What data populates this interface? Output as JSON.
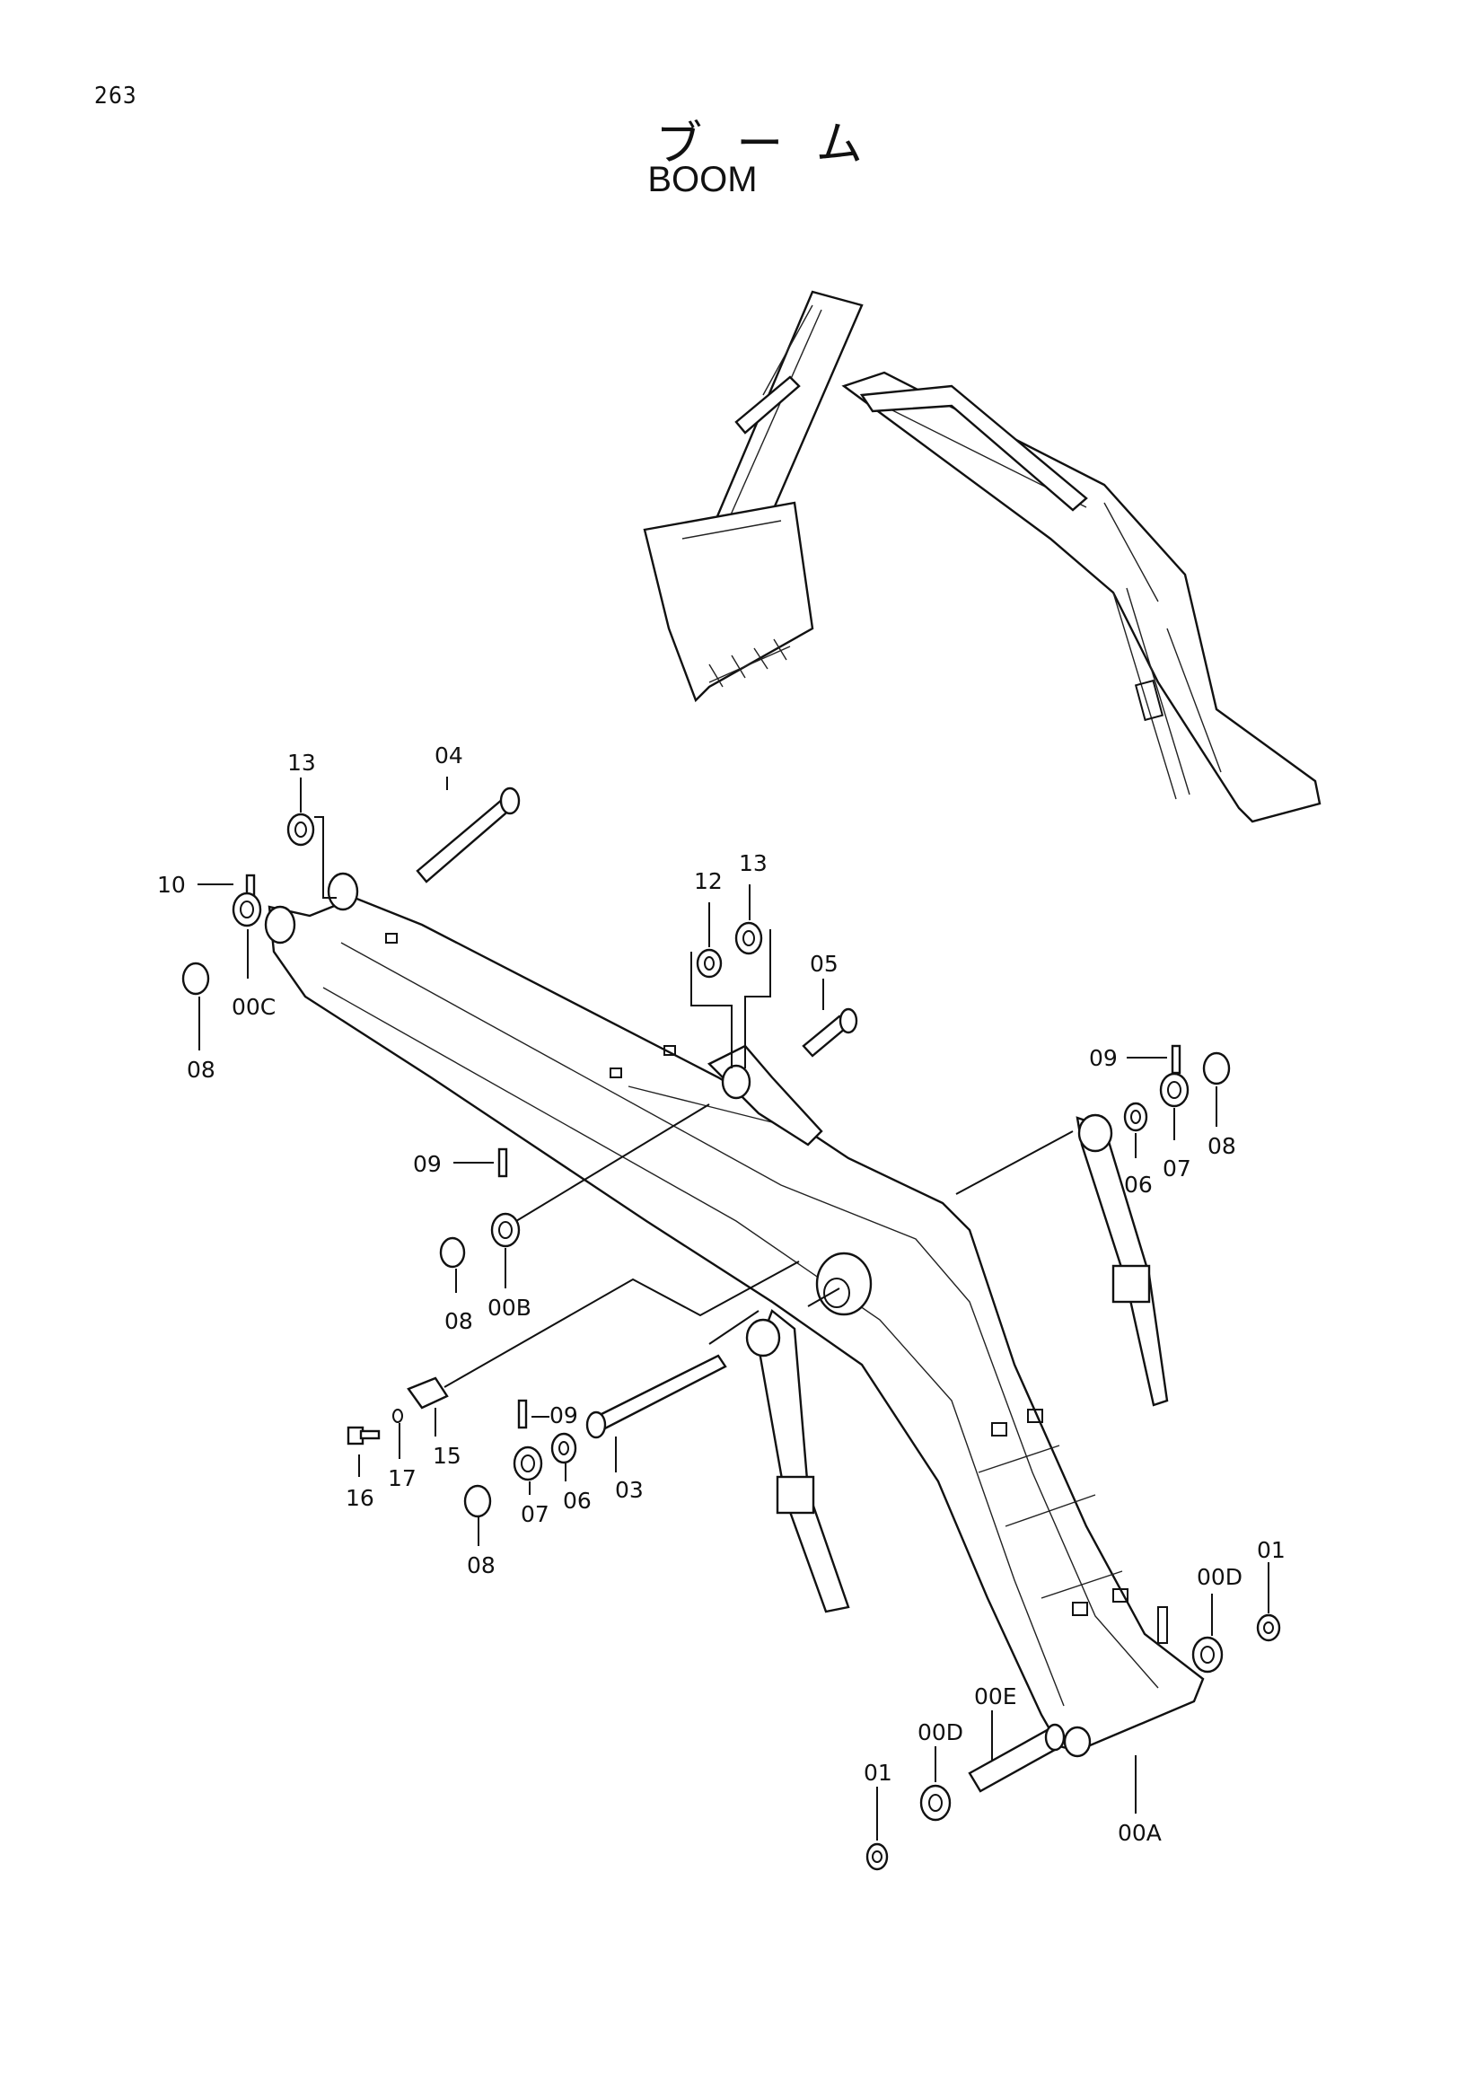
{
  "page_number": "263",
  "title_jp": "ブーム",
  "title_en": "BOOM",
  "callouts": [
    {
      "id": "c-13a",
      "text": "13"
    },
    {
      "id": "c-04",
      "text": "04"
    },
    {
      "id": "c-10",
      "text": "10"
    },
    {
      "id": "c-08a",
      "text": "08"
    },
    {
      "id": "c-00C",
      "text": "00C"
    },
    {
      "id": "c-12",
      "text": "12"
    },
    {
      "id": "c-13b",
      "text": "13"
    },
    {
      "id": "c-05",
      "text": "05"
    },
    {
      "id": "c-09a",
      "text": "09"
    },
    {
      "id": "c-06a",
      "text": "06"
    },
    {
      "id": "c-07a",
      "text": "07"
    },
    {
      "id": "c-08b",
      "text": "08"
    },
    {
      "id": "c-09b",
      "text": "09"
    },
    {
      "id": "c-08c",
      "text": "08"
    },
    {
      "id": "c-00B",
      "text": "00B"
    },
    {
      "id": "c-16",
      "text": "16"
    },
    {
      "id": "c-17",
      "text": "17"
    },
    {
      "id": "c-15",
      "text": "15"
    },
    {
      "id": "c-09c",
      "text": "09"
    },
    {
      "id": "c-07b",
      "text": "07"
    },
    {
      "id": "c-06b",
      "text": "06"
    },
    {
      "id": "c-03",
      "text": "03"
    },
    {
      "id": "c-08d",
      "text": "08"
    },
    {
      "id": "c-00D-a",
      "text": "00D"
    },
    {
      "id": "c-01a",
      "text": "01"
    },
    {
      "id": "c-00E",
      "text": "00E"
    },
    {
      "id": "c-00D-b",
      "text": "00D"
    },
    {
      "id": "c-01b",
      "text": "01"
    },
    {
      "id": "c-00A",
      "text": "00A"
    }
  ]
}
